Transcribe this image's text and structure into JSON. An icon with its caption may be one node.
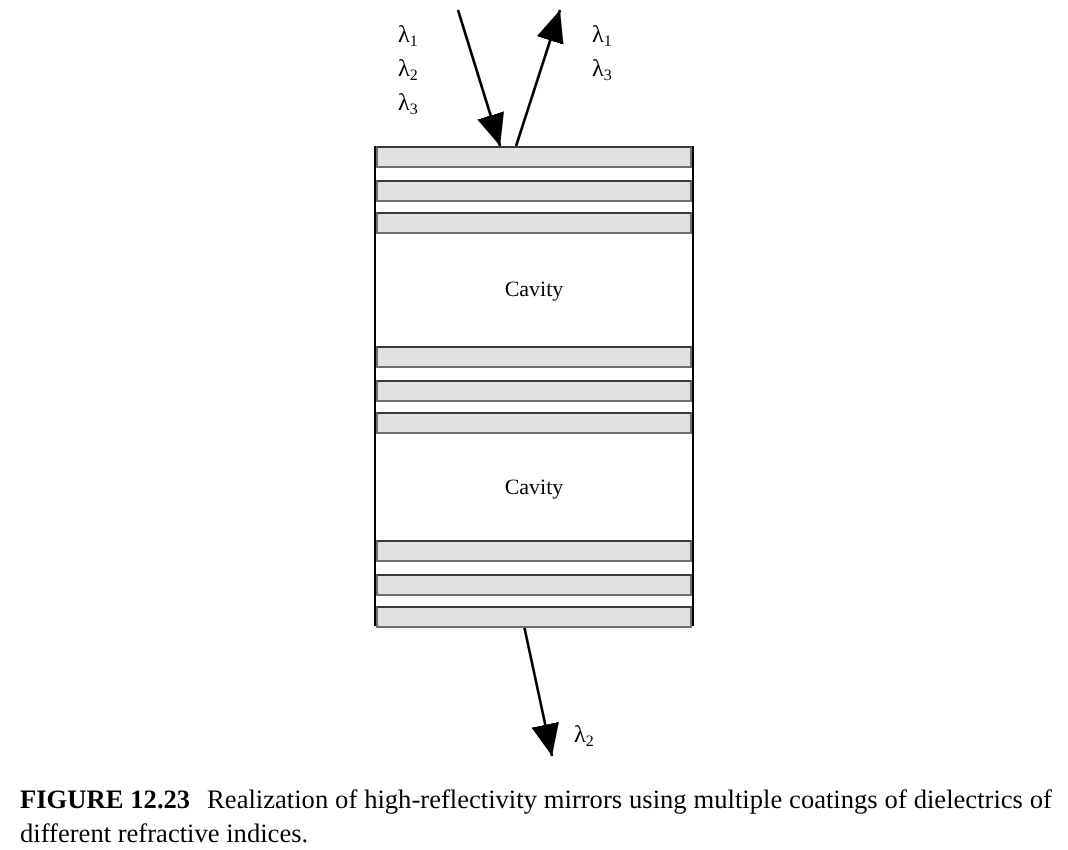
{
  "diagram": {
    "caption": "**FIGURE 12.23** Realization of high-reflectivity mirrors using multiple coatings of dielectrics of different refractive indices.",
    "nodes": [
      {
        "text": [
          "λ$_{1}$",
          "λ$_{2}$",
          "λ$_{3}$"
        ]
      },
      {
        "text": [
          "λ$_{1}$",
          "λ$_{3}$"
        ]
      },
      {
        "text": [],
        "shape": "box"
      },
      {
        "text": [
          "Cavity"
        ],
        "in": 2
      },
      {
        "text": [
          "Cavity"
        ],
        "in": 2
      },
      {
        "text": [
          "λ$_{2}$"
        ]
      }
    ],
    "edges": [
      {
        "from": 0,
        "to": 2,
        "arrow": "to"
      },
      {
        "from": 2,
        "to": 1,
        "arrow": "to"
      },
      {
        "from": 2,
        "to": 5,
        "arrow": "to"
      }
    ]
  }
}
